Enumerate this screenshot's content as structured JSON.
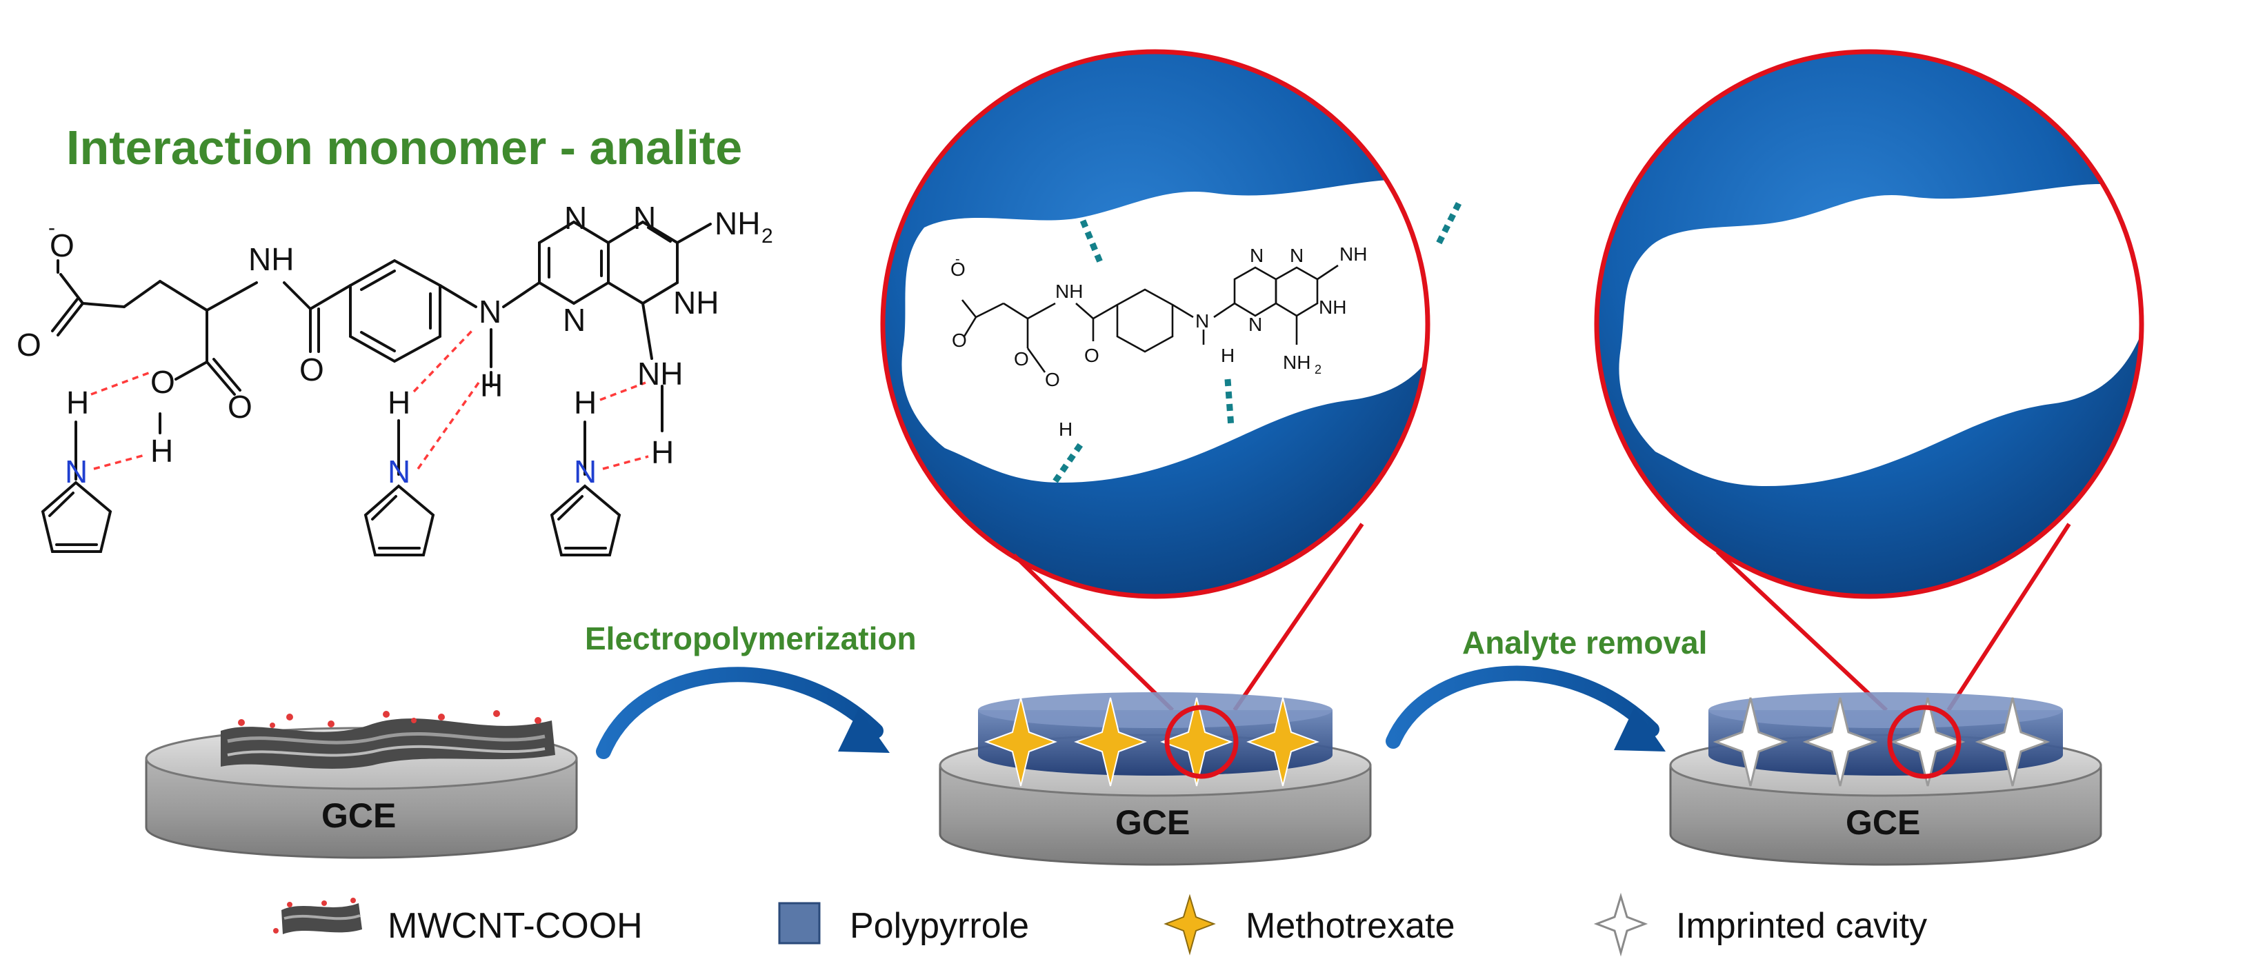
{
  "title": "Interaction monomer - analite",
  "steps": {
    "step1": "Electropolymerization",
    "step2": "Analyte removal"
  },
  "electrode_label": "GCE",
  "legend": {
    "item1": "MWCNT-COOH",
    "item2": "Polypyrrole",
    "item3": "Methotrexate",
    "item4": "Imprinted cavity"
  },
  "molecule_labels": {
    "carboxylate": "O",
    "charge": "-",
    "amide_nh": "NH",
    "nh2": "NH",
    "nh2_sub": "2",
    "ring_n": "N",
    "ring_nh": "NH",
    "h": "H",
    "o": "O",
    "n": "N",
    "nh": "NH",
    "oh": "OH"
  },
  "colors": {
    "title_green": "#3f8a2e",
    "circle_red": "#e0101a",
    "polymer_blue": "#1565b0",
    "hbond_red": "#ff3b3b",
    "hbond_teal": "#14808a",
    "star_gold": "#f2b418",
    "electrode_gray": "#bdbdbd"
  }
}
